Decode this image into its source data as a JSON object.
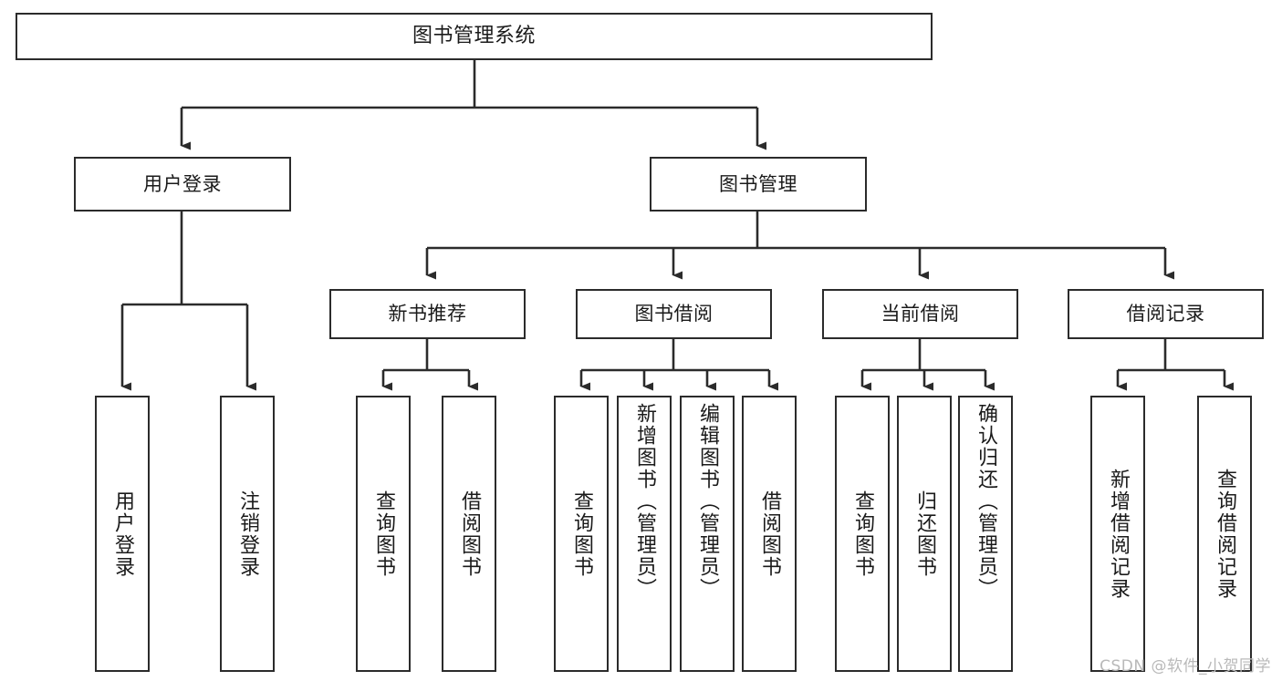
{
  "diagram": {
    "title": "图书管理系统",
    "type": "function-structure-tree",
    "colors": {
      "stroke": "#2b2b2b",
      "fill": "#ffffff",
      "text": "#1a1a1a",
      "watermark": "#b9b9b9",
      "background": "#ffffff"
    },
    "watermark": "CSDN @软件_小贺同学",
    "levels": {
      "root": {
        "label": "图书管理系统"
      },
      "level1": [
        {
          "id": "user-login",
          "label": "用户登录"
        },
        {
          "id": "book-manage",
          "label": "图书管理"
        }
      ],
      "level2": [
        {
          "id": "new-book-recommend",
          "label": "新书推荐",
          "parent": "book-manage"
        },
        {
          "id": "book-borrow",
          "label": "图书借阅",
          "parent": "book-manage"
        },
        {
          "id": "current-borrow",
          "label": "当前借阅",
          "parent": "book-manage"
        },
        {
          "id": "borrow-record",
          "label": "借阅记录",
          "parent": "book-manage"
        }
      ],
      "leaves": [
        {
          "id": "leaf-user-login",
          "label": "用户登录",
          "parent": "user-login"
        },
        {
          "id": "leaf-user-logout",
          "label": "注销登录",
          "parent": "user-login"
        },
        {
          "id": "leaf-query-book-1",
          "label": "查询图书",
          "parent": "new-book-recommend"
        },
        {
          "id": "leaf-borrow-book-1",
          "label": "借阅图书",
          "parent": "new-book-recommend"
        },
        {
          "id": "leaf-query-book-2",
          "label": "查询图书",
          "parent": "book-borrow"
        },
        {
          "id": "leaf-add-book",
          "label": "新增图书（管理员）",
          "parent": "book-borrow"
        },
        {
          "id": "leaf-edit-book",
          "label": "编辑图书（管理员）",
          "parent": "book-borrow"
        },
        {
          "id": "leaf-borrow-book-2",
          "label": "借阅图书",
          "parent": "book-borrow"
        },
        {
          "id": "leaf-query-book-3",
          "label": "查询图书",
          "parent": "current-borrow"
        },
        {
          "id": "leaf-return-book",
          "label": "归还图书",
          "parent": "current-borrow"
        },
        {
          "id": "leaf-confirm-return",
          "label": "确认归还（管理员）",
          "parent": "current-borrow"
        },
        {
          "id": "leaf-add-record",
          "label": "新增借阅记录",
          "parent": "borrow-record"
        },
        {
          "id": "leaf-query-record",
          "label": "查询借阅记录",
          "parent": "borrow-record"
        }
      ]
    }
  }
}
